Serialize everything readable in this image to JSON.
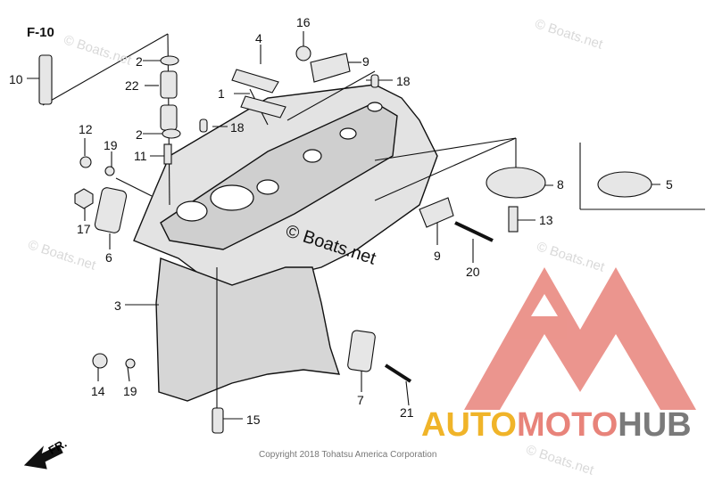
{
  "diagram": {
    "figure_ref": "F-10",
    "front_label": "FR.",
    "watermark_main": "© Boats.net",
    "watermark_repeat": "© Boats.net",
    "copyright": "Copyright 2018 Tohatsu America Corporation",
    "brand": {
      "part1": "AUTO",
      "part2": "MOTO",
      "part3": "HUB"
    },
    "callouts": [
      "1",
      "2",
      "2",
      "3",
      "4",
      "5",
      "6",
      "7",
      "8",
      "9",
      "9",
      "10",
      "11",
      "12",
      "13",
      "14",
      "15",
      "16",
      "17",
      "18",
      "18",
      "19",
      "19",
      "20",
      "21",
      "22"
    ],
    "colors": {
      "line": "#111111",
      "brand_triangle": "#e8837a",
      "brand_auto": "#f0b429",
      "brand_moto": "#e8837a",
      "brand_hub": "#7a7a7a",
      "part_fill": "#e0e0e0"
    }
  }
}
